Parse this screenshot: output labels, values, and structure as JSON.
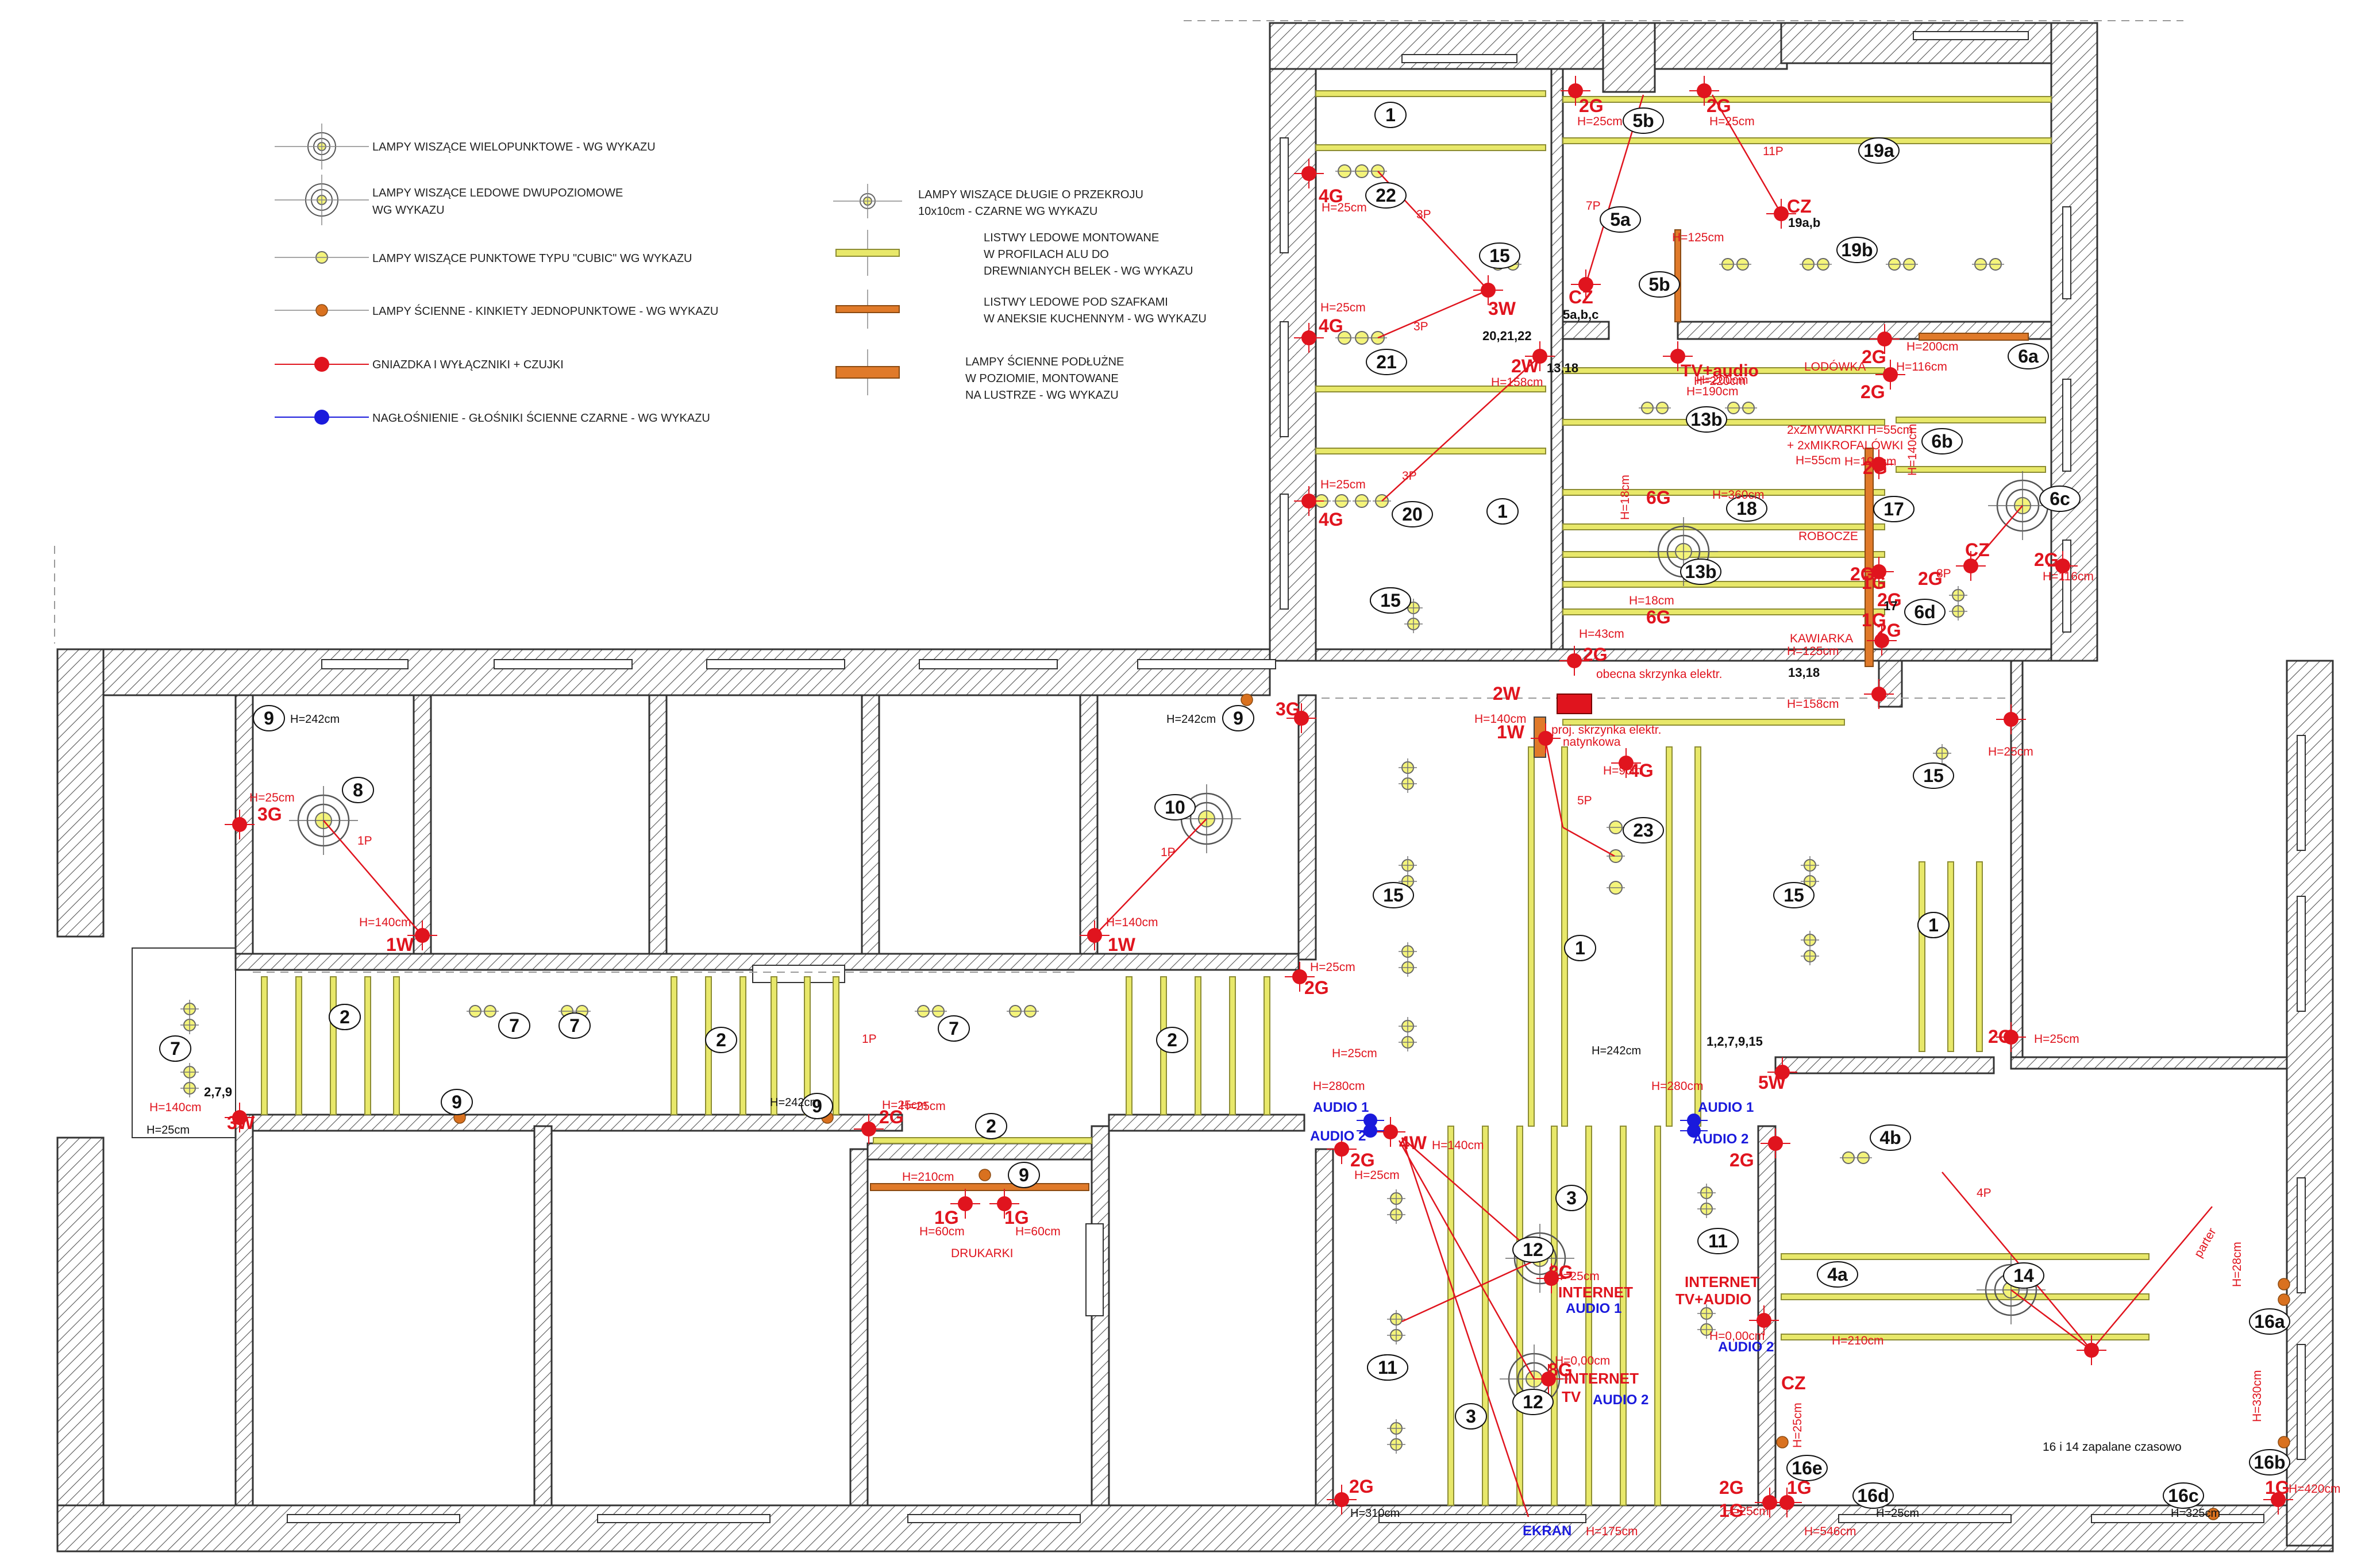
{
  "colors": {
    "wall": "#333333",
    "hatch": "#555555",
    "led": "#e8e86a",
    "led_stroke": "#8c8c33",
    "socket": "#e0141e",
    "speaker": "#1a1adc",
    "sconce": "#d9711f",
    "cable": "#e0141e",
    "strip_orange": "#e07a2a"
  },
  "legend": [
    {
      "icon": "multi-pendant-icon",
      "text": "LAMPY WISZĄCE WIELOPUNKTOWE - WG WYKAZU"
    },
    {
      "icon": "two-level-led-pendant-icon",
      "text": "LAMPY WISZĄCE LEDOWE DWUPOZIOMOWE",
      "text2": "WG WYKAZU"
    },
    {
      "icon": "cubic-pendant-icon",
      "text": "LAMPY WISZĄCE PUNKTOWE TYPU \"CUBIC\" WG WYKAZU"
    },
    {
      "icon": "wall-sconce-icon",
      "text": "LAMPY ŚCIENNE - KINKIETY JEDNOPUNKTOWE - WG WYKAZU"
    },
    {
      "icon": "socket-icon",
      "text": "GNIAZDKA I WYŁĄCZNIKI + CZUJKI"
    },
    {
      "icon": "speaker-icon",
      "text": "NAGŁOŚNIENIE - GŁOŚNIKI ŚCIENNE CZARNE - WG WYKAZU"
    },
    {
      "icon": "long-pendant-icon",
      "text": "LAMPY WISZĄCE DŁUGIE O PRZEKROJU",
      "text2": "10x10cm - CZARNE WG WYKAZU"
    },
    {
      "icon": "led-profile-icon",
      "text": "LISTWY LEDOWE MONTOWANE",
      "text2": "W PROFILACH ALU DO",
      "text3": "DREWNIANYCH BELEK - WG WYKAZU"
    },
    {
      "icon": "cabinet-led-icon",
      "text": "LISTWY LEDOWE POD SZAFKAMI",
      "text2": "W ANEKSIE KUCHENNYM - WG WYKAZU"
    },
    {
      "icon": "mirror-wall-lamp-icon",
      "text": "LAMPY ŚCIENNE PODŁUŻNE",
      "text2": "W POZIOMIE, MONTOWANE",
      "text3": "NA LUSTRZE - WG WYKAZU"
    }
  ],
  "room_numbers": [
    "1",
    "1",
    "1",
    "1",
    "1",
    "2",
    "2",
    "2",
    "2",
    "2",
    "3",
    "3",
    "4a",
    "4b",
    "5a",
    "5b",
    "5b",
    "6a",
    "6b",
    "6c",
    "6d",
    "7",
    "7",
    "7",
    "7",
    "8",
    "9",
    "9",
    "9",
    "9",
    "9",
    "10",
    "11",
    "11",
    "11",
    "12",
    "12",
    "13b",
    "13b",
    "14",
    "15",
    "15",
    "15",
    "15",
    "15",
    "15",
    "16a",
    "16b",
    "16c",
    "16d",
    "16e",
    "17",
    "17",
    "18",
    "19a",
    "19b",
    "20",
    "21",
    "22",
    "23"
  ],
  "labels": {
    "socket_groups": [
      "2G",
      "2G",
      "4G",
      "4G",
      "4G",
      "3W",
      "2W",
      "CZ",
      "CZ",
      "CZ",
      "CZ",
      "2G",
      "2G",
      "2G",
      "2G",
      "6G",
      "6G",
      "1W",
      "2G",
      "2G",
      "2G",
      "2G",
      "1G",
      "1G",
      "2W",
      "4G",
      "3G",
      "3G",
      "1W",
      "1W",
      "2G",
      "2G",
      "2G",
      "3W",
      "1G",
      "1G",
      "4W",
      "2G",
      "2G",
      "5W",
      "2G",
      "8G",
      "8G",
      "2G",
      "2G",
      "1G",
      "1G",
      "1G",
      "TV+audio"
    ],
    "heights": [
      "H=25cm",
      "H=25cm",
      "H=25cm",
      "H=25cm",
      "H=25cm",
      "H=158cm",
      "H=190cm",
      "H=220cm",
      "H=116cm",
      "H=200cm",
      "H=140cm",
      "H=18cm",
      "H=18cm",
      "H=43cm",
      "H=125cm",
      "H=158cm",
      "H=116cm",
      "H=25cm",
      "H=140cm",
      "H=9cm",
      "H=242cm",
      "H=242cm",
      "H=25cm",
      "H=25cm",
      "H=140cm",
      "H=140cm",
      "H=25cm",
      "H=25cm",
      "H=242cm",
      "H=242cm",
      "H=25cm",
      "H=25cm",
      "H=210cm",
      "H=60cm",
      "H=60cm",
      "H=280cm",
      "H=140cm",
      "H=25cm",
      "H=280cm",
      "H=140cm",
      "H=25cm",
      "H=25cm",
      "H=0,00cm",
      "H=0,00cm",
      "H=175cm",
      "H=310cm",
      "H=25cm",
      "H=25cm",
      "H=325cm",
      "H=546cm",
      "H=28cm",
      "H=330cm",
      "H=420cm",
      "H=25cm",
      "H=360cm",
      "H=125cm",
      "H=200cm",
      "H=210cm",
      "H=55cm",
      "H=190cm"
    ],
    "circuits": [
      "1P",
      "1P",
      "1P",
      "3P",
      "3P",
      "3P",
      "7P",
      "11P",
      "8P",
      "5P",
      "4P"
    ],
    "refs": [
      "20,21,22",
      "13,18",
      "13,18",
      "5a,b,c",
      "19a,b",
      "2,7,9",
      "1,2,7,9,15",
      "17"
    ],
    "notes": {
      "lodowka": "LODÓWKA",
      "zmywarki_1": "2xZMYWARKI H=55cm",
      "zmywarki_2": "+ 2xMIKROFALÓWKI",
      "robocze": "ROBOCZE",
      "kawiarka": "KAWIARKA",
      "obecna_skrzynka": "obecna skrzynka elektr.",
      "proj_skrzynka_1": "proj. skrzynka elektr.",
      "proj_skrzynka_2": "natynkowa",
      "drukarki": "DRUKARKI",
      "internet": "INTERNET",
      "internet_tv_audio": "TV+AUDIO",
      "tv": "TV",
      "ekran": "EKRAN",
      "audio_1": "AUDIO 1",
      "audio_2": "AUDIO 2",
      "parter": "parter",
      "zapalane": "16 i 14 zapalane czasowo"
    }
  }
}
